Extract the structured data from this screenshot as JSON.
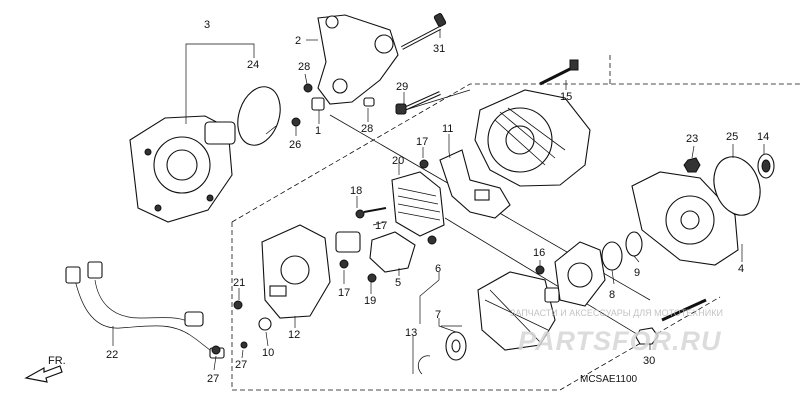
{
  "diagram": {
    "code": "MCSAE1100",
    "direction_label": "FR.",
    "watermark_text": "ЗАПЧАСТИ И АКСЕССУАРЫ ДЛЯ МОТОТЕХНИКИ",
    "watermark_logo": "PARTSFOR.RU"
  },
  "callouts": [
    "1",
    "2",
    "3",
    "4",
    "5",
    "6",
    "7",
    "8",
    "9",
    "10",
    "11",
    "12",
    "13",
    "14",
    "15",
    "16",
    "17",
    "17",
    "17",
    "18",
    "19",
    "20",
    "21",
    "22",
    "23",
    "24",
    "25",
    "26",
    "27",
    "27",
    "28",
    "28",
    "29",
    "30",
    "31"
  ]
}
